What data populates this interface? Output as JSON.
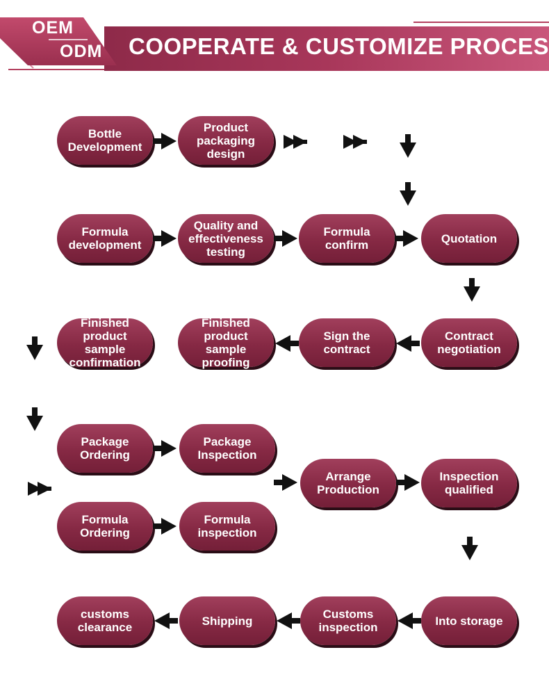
{
  "header": {
    "oem": "OEM",
    "odm": "ODM",
    "title": "COOPERATE & CUSTOMIZE PROCESS"
  },
  "colors": {
    "banner": "#b3405f",
    "node": "#862944",
    "arrow": "#111111",
    "shadow": "#2a0d16"
  },
  "steps": {
    "bottle_development": "Bottle\nDevelopment",
    "product_packaging_design": "Product\npackaging\ndesign",
    "formula_development": "Formula\ndevelopment",
    "quality_testing": "Quality and\neffectiveness\ntesting",
    "formula_confirm": "Formula\nconfirm",
    "quotation": "Quotation",
    "finished_sample_confirmation": "Finished\nproduct sample\nconfirmation",
    "finished_sample_proofing": "Finished\nproduct sample\nproofing",
    "sign_contract": "Sign the\ncontract",
    "contract_negotiation": "Contract\nnegotiation",
    "package_ordering": "Package\nOrdering",
    "package_inspection": "Package\nInspection",
    "arrange_production": "Arrange\nProduction",
    "inspection_qualified": "Inspection\nqualified",
    "formula_ordering": "Formula\nOrdering",
    "formula_inspection": "Formula\ninspection",
    "customs_clearance": "customs\nclearance",
    "shipping": "Shipping",
    "customs_inspection": "Customs\ninspection",
    "into_storage": "Into storage"
  }
}
